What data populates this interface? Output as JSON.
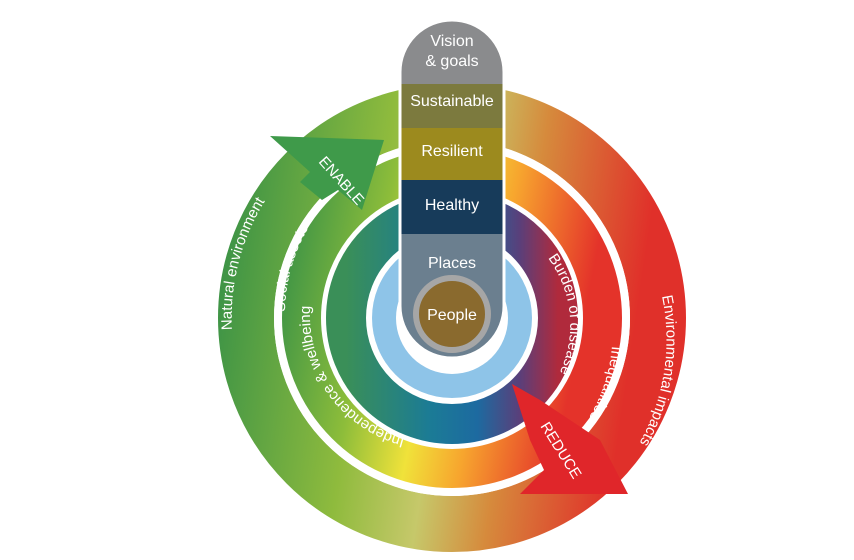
{
  "diagram": {
    "vision": {
      "line1": "Vision",
      "line2": "& goals"
    },
    "goals": {
      "sustainable": "Sustainable",
      "resilient": "Resilient",
      "healthy": "Healthy",
      "places": "Places",
      "people": "People"
    },
    "enable": {
      "arrow_label": "ENABLE",
      "outer": "Natural environment",
      "middle": "Social assets",
      "inner": "Independence & wellbeing"
    },
    "reduce": {
      "arrow_label": "REDUCE",
      "outer": "Environmental impacts",
      "middle": "Inequalities",
      "inner": "Burden of disease"
    },
    "colors": {
      "vision_grey": "#8a8b8d",
      "sustainable_olive": "#7c7a3e",
      "resilient_gold": "#9c8a1e",
      "healthy_navy": "#173b5a",
      "places_grey": "#6b7f8f",
      "people_brown": "#8a6a2e",
      "enable_green": "#3f9a4a",
      "reduce_red": "#e02a2a",
      "light_blue": "#8ec4e8"
    }
  }
}
